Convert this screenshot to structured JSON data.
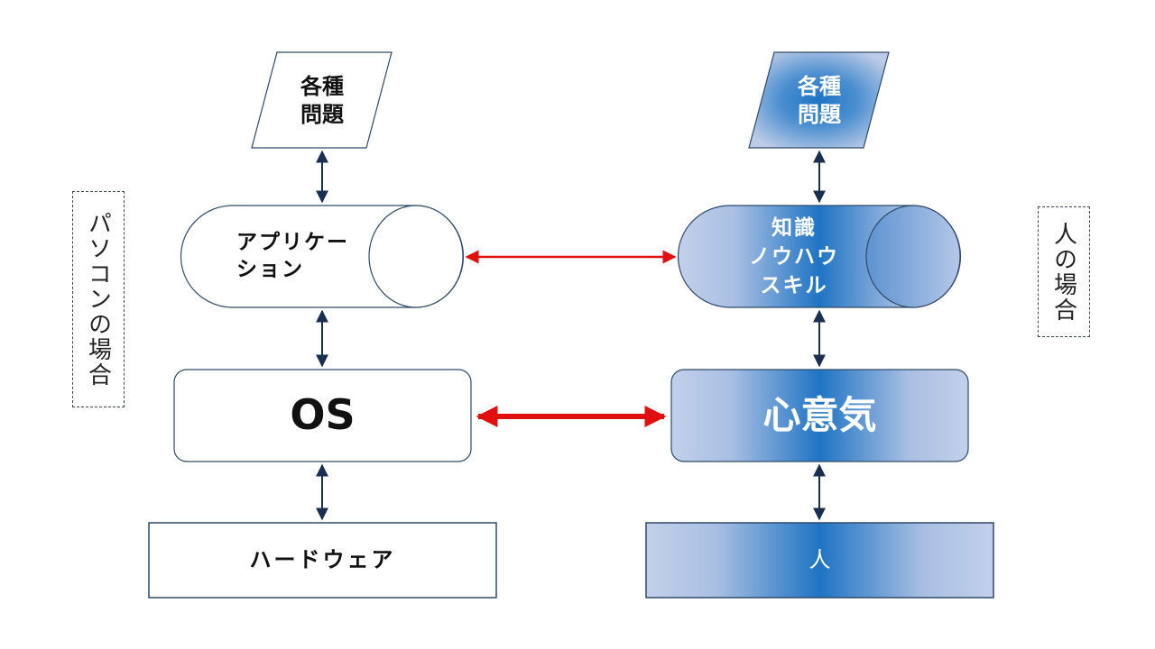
{
  "colors": {
    "outline": "#2f4a68",
    "arrow_dark": "#1a2f4f",
    "arrow_red": "#e01010",
    "grad_center": "#1f74c4",
    "grad_edge": "#bccbe6"
  },
  "side_labels": {
    "pc": "パソコンの場合",
    "human": "人の場合"
  },
  "pc_column": {
    "problems": "各種\n問題",
    "application": "アプリケー\nション",
    "os": "OS",
    "hardware": "ハードウェア"
  },
  "human_column": {
    "problems": "各種\n問題",
    "knowledge": "知識\nノウハウ\nスキル",
    "mind": "心意気",
    "person": "人"
  },
  "connections": [
    {
      "from": "pc-problems",
      "to": "pc-application",
      "style": "dark-bidirectional"
    },
    {
      "from": "pc-application",
      "to": "pc-os",
      "style": "dark-bidirectional"
    },
    {
      "from": "pc-os",
      "to": "pc-hardware",
      "style": "dark-bidirectional"
    },
    {
      "from": "human-problems",
      "to": "human-knowledge",
      "style": "dark-bidirectional"
    },
    {
      "from": "human-knowledge",
      "to": "human-mind",
      "style": "dark-bidirectional"
    },
    {
      "from": "human-mind",
      "to": "human-person",
      "style": "dark-bidirectional"
    },
    {
      "from": "pc-application",
      "to": "human-knowledge",
      "style": "red-thin-bidirectional"
    },
    {
      "from": "pc-os",
      "to": "human-mind",
      "style": "red-thick-bidirectional"
    }
  ]
}
